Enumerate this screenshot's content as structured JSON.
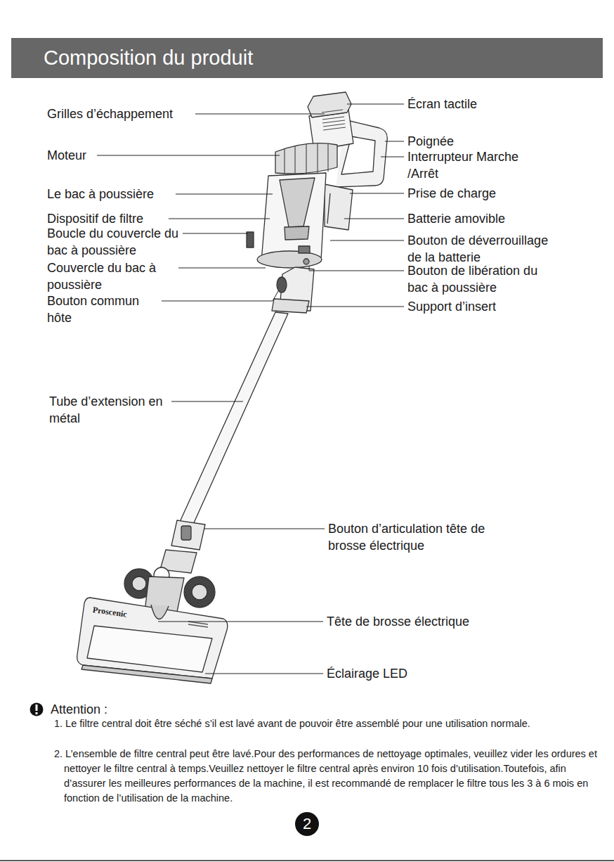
{
  "diagram": {
    "title": "Composition du produit",
    "nodes": [
      {
        "text": [
          "2"
        ]
      }
    ],
    "labels": [
      "Grilles d’échappement",
      "Moteur",
      "Le bac à poussière",
      "Dispositif de filtre",
      "Boucle du couvercle du bac à poussière",
      "Couvercle du bac à poussière",
      "Bouton commun hôte",
      "Tube d’extension en métal",
      "Écran tactile",
      "Poignée",
      "Interrupteur Marche /Arrêt",
      "Prise de charge",
      "Batterie amovible",
      "Bouton de déverrouillage de la batterie",
      "Bouton de libération du bac à poussière",
      "Support d’insert",
      "Bouton d’articulation tête de brosse électrique",
      "Tête de brosse électrique",
      "Éclairage LED",
      "Proscenic",
      "Attention :",
      "1. Le filtre central doit être séché s’il est lavé avant de pouvoir être assemblé pour une utilisation normale.",
      "2. L’ensemble de filtre central peut être lavé.Pour des performances de nettoyage optimales, veuillez vider les ordures et nettoyer le filtre central à temps.Veuillez nettoyer le filtre central après environ 10 fois d’utilisation.Toutefois, afin d’assurer les meilleures performances de la machine, il est recommandé de remplacer le filtre tous les 3 à 6 mois en fonction de l’utilisation de la machine."
    ]
  }
}
